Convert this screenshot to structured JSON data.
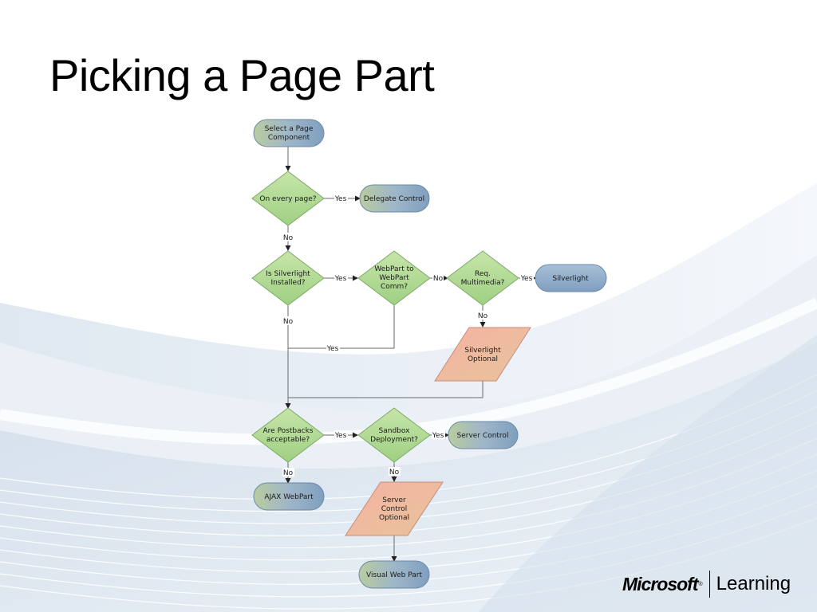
{
  "slide": {
    "title": "Picking a Page Part"
  },
  "flowchart": {
    "nodes": {
      "start": [
        "Select a Page",
        "Component"
      ],
      "every_page": [
        "On every page?"
      ],
      "delegate": [
        "Delegate Control"
      ],
      "silverlight_installed": [
        "Is Silverlight",
        "Installed?"
      ],
      "webpart_comm": [
        "WebPart to",
        "WebPart",
        "Comm?"
      ],
      "multimedia": [
        "Req.",
        "Multimedia?"
      ],
      "silverlight": [
        "Silverlight"
      ],
      "silverlight_optional": [
        "Silverlight",
        "Optional"
      ],
      "postbacks": [
        "Are Postbacks",
        "acceptable?"
      ],
      "sandbox": [
        "Sandbox",
        "Deployment?"
      ],
      "server_control": [
        "Server Control"
      ],
      "ajax": [
        "AJAX WebPart"
      ],
      "server_control_optional": [
        "Server",
        "Control",
        "Optional"
      ],
      "visual_web_part": [
        "Visual Web Part"
      ]
    },
    "edge_labels": {
      "every_page_yes": "Yes",
      "every_page_no": "No",
      "installed_yes": "Yes",
      "installed_no": "No",
      "comm_no": "No",
      "comm_yes": "Yes",
      "multimedia_yes": "Yes",
      "multimedia_no": "No",
      "postbacks_yes": "Yes",
      "postbacks_no": "No",
      "sandbox_yes": "Yes",
      "sandbox_no": "No"
    }
  },
  "branding": {
    "company": "Microsoft",
    "trademark": "®",
    "product": "Learning"
  }
}
